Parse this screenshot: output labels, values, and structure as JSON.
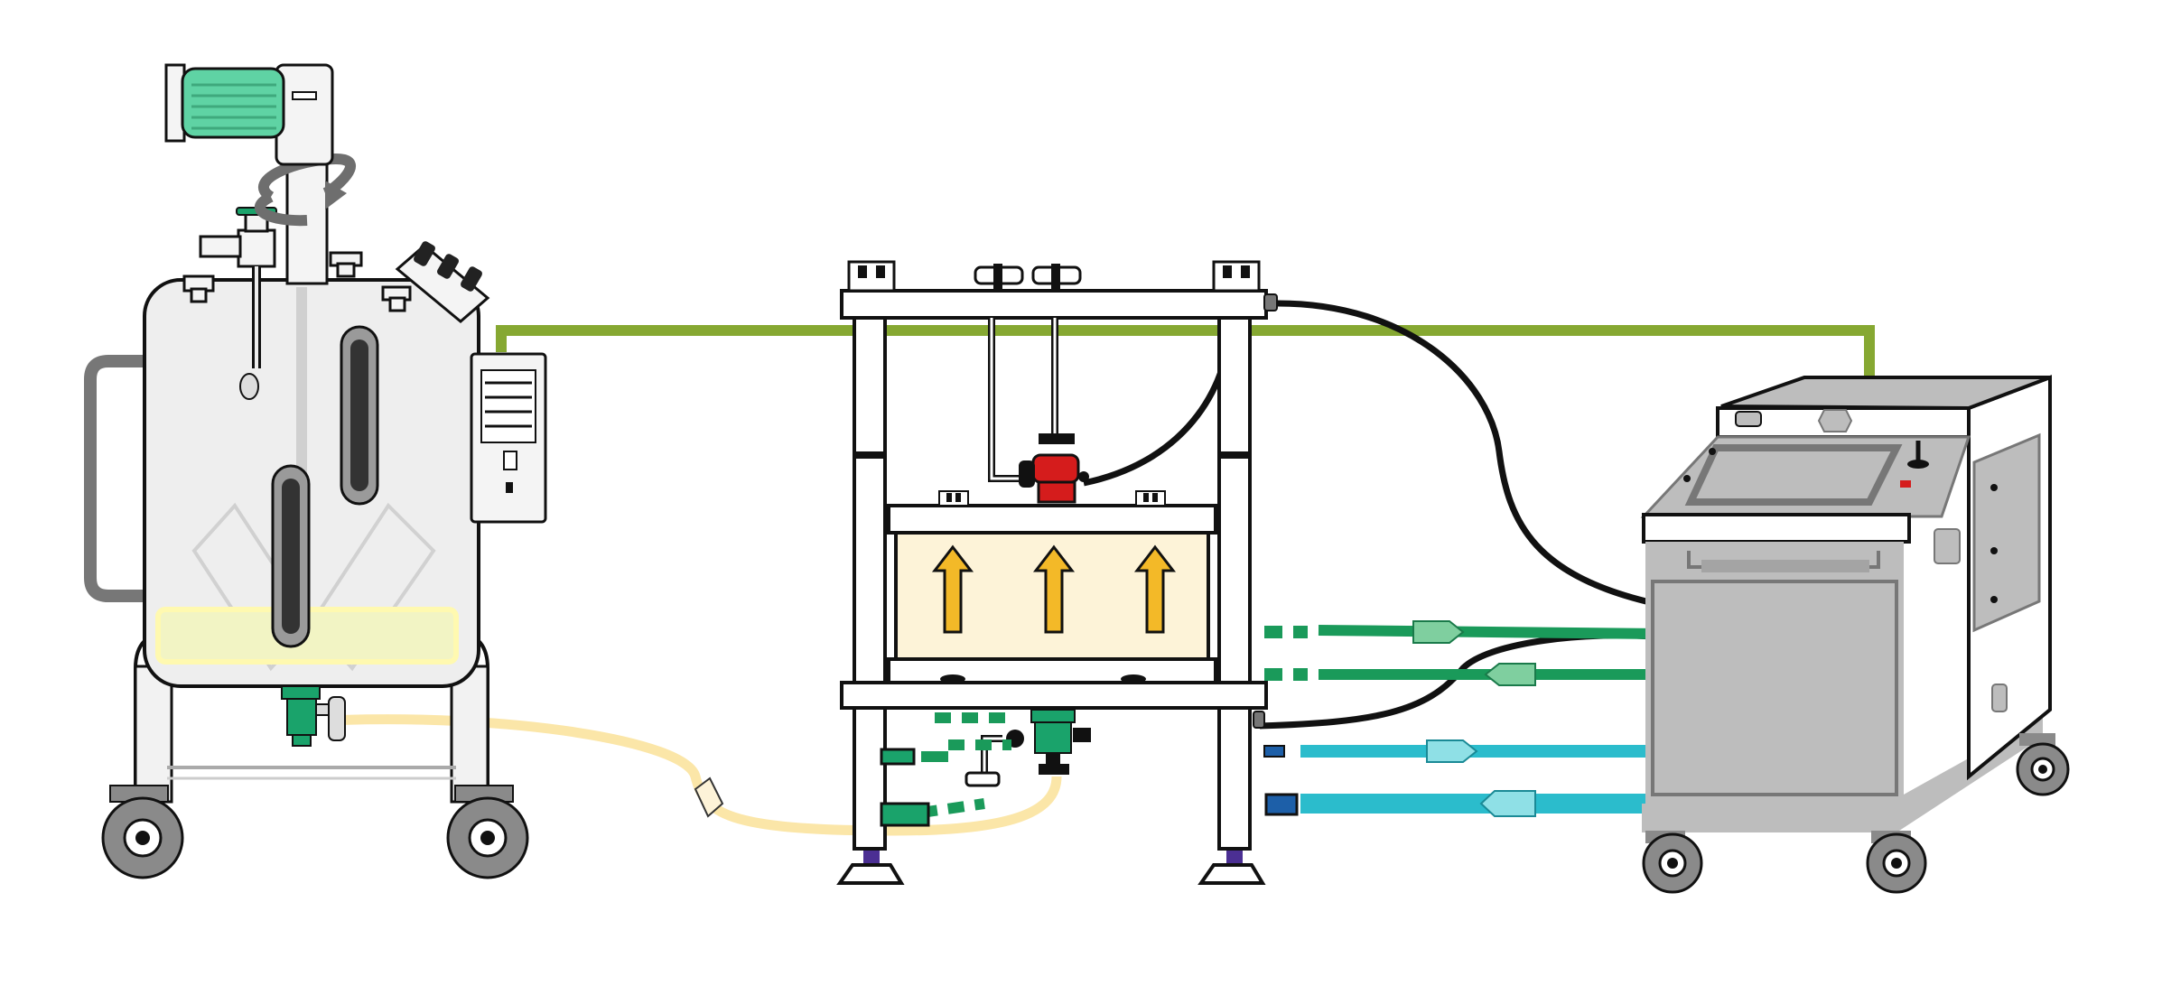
{
  "colors": {
    "background": "#ffffff",
    "outline": "#111111",
    "vessel_body": "#eeeeee",
    "vessel_handle": "#777777",
    "motor_green": "#5fd3a4",
    "valve_green": "#1aa36b",
    "filter_red": "#d51c1c",
    "data_line_green": "#86a832",
    "cooling_green": "#1a9a5a",
    "cooling_cyan": "#2bbccc",
    "transfer_tube": "#fbe6a8",
    "filter_chamber": "#fdf3d8",
    "flow_arrow": "#f3b928",
    "foot_purple": "#4b2f93",
    "controller_gray": "#bdbdbd",
    "screen_gray": "#a4a4a4",
    "caster_gray": "#8a8a8a"
  },
  "components": {
    "mixing_vessel": {
      "icons": [
        "agitator-motor-icon",
        "rotation-arrow-icon",
        "sight-glass-icon",
        "sampling-valve-icon",
        "bottom-drain-valve-icon",
        "caster-wheel-icon"
      ],
      "liquid_highlight": "pale-yellow"
    },
    "vessel_control_box": {
      "icons": [
        "vent-slats-icon",
        "switch-icon",
        "indicator-dot-icon"
      ]
    },
    "filter_press": {
      "flow_direction": "upward",
      "flow_arrow_count": 3,
      "icons": [
        "upward-flow-arrow-icon",
        "red-filter-valve-icon",
        "green-outlet-valve-icon",
        "adjustable-foot-icon"
      ]
    },
    "temperature_control_unit": {
      "icons": [
        "touch-screen-icon",
        "emergency-stop-icon",
        "joystick-icon",
        "caster-wheel-icon",
        "side-panel-icon"
      ]
    }
  },
  "connections": [
    {
      "name": "signal-line",
      "color": "data_line_green",
      "from": "vessel_control_box",
      "to": "temperature_control_unit"
    },
    {
      "name": "sensor-cable-top",
      "color": "outline",
      "from": "filter_press",
      "to": "temperature_control_unit"
    },
    {
      "name": "sensor-cable-bottom",
      "color": "outline",
      "from": "filter_press",
      "to": "temperature_control_unit"
    },
    {
      "name": "coolant-supply-1",
      "color": "cooling_green",
      "flow": "to-filter-press"
    },
    {
      "name": "coolant-return-1",
      "color": "cooling_green",
      "flow": "to-controller"
    },
    {
      "name": "coolant-supply-2",
      "color": "cooling_cyan",
      "flow": "to-controller"
    },
    {
      "name": "coolant-return-2",
      "color": "cooling_cyan",
      "flow": "to-filter-press"
    },
    {
      "name": "transfer-tube",
      "color": "transfer_tube",
      "from": "mixing_vessel",
      "to": "filter_press"
    }
  ]
}
